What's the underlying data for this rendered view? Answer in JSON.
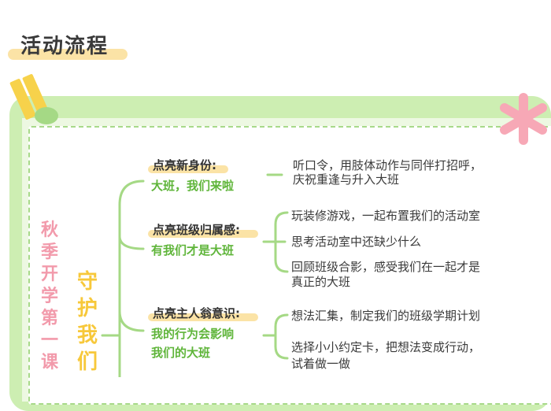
{
  "heading": "活动流程",
  "vertical_title_1": [
    "秋",
    "季",
    "开",
    "学",
    "第",
    "一",
    "课"
  ],
  "vertical_title_2": [
    "守",
    "护",
    "我",
    "们"
  ],
  "sections": [
    {
      "label": "点亮新身份:",
      "sub": [
        "大班，我们来啦"
      ],
      "items": [
        "听口令，用肢体动作与同伴打招呼，",
        "庆祝重逢与升入大班"
      ]
    },
    {
      "label": "点亮班级归属感:",
      "sub": [
        "有我们才是大班"
      ],
      "items": [
        "玩装修游戏，一起布置我们的活动室",
        "思考活动室中还缺少什么",
        "回顾班级合影，感受我们在一起才是",
        "真正的大班"
      ]
    },
    {
      "label": "点亮主人翁意识:",
      "sub": [
        "我的行为会影响",
        "我们的大班"
      ],
      "items": [
        "想法汇集，制定我们的班级学期计划",
        "选择小小约定卡，把想法变成行动，",
        "试着做一做"
      ]
    }
  ],
  "colors": {
    "green": "#a5d985",
    "pink": "#f29aab",
    "yellow": "#f7c83a",
    "highlight": "#fbe3a6"
  }
}
